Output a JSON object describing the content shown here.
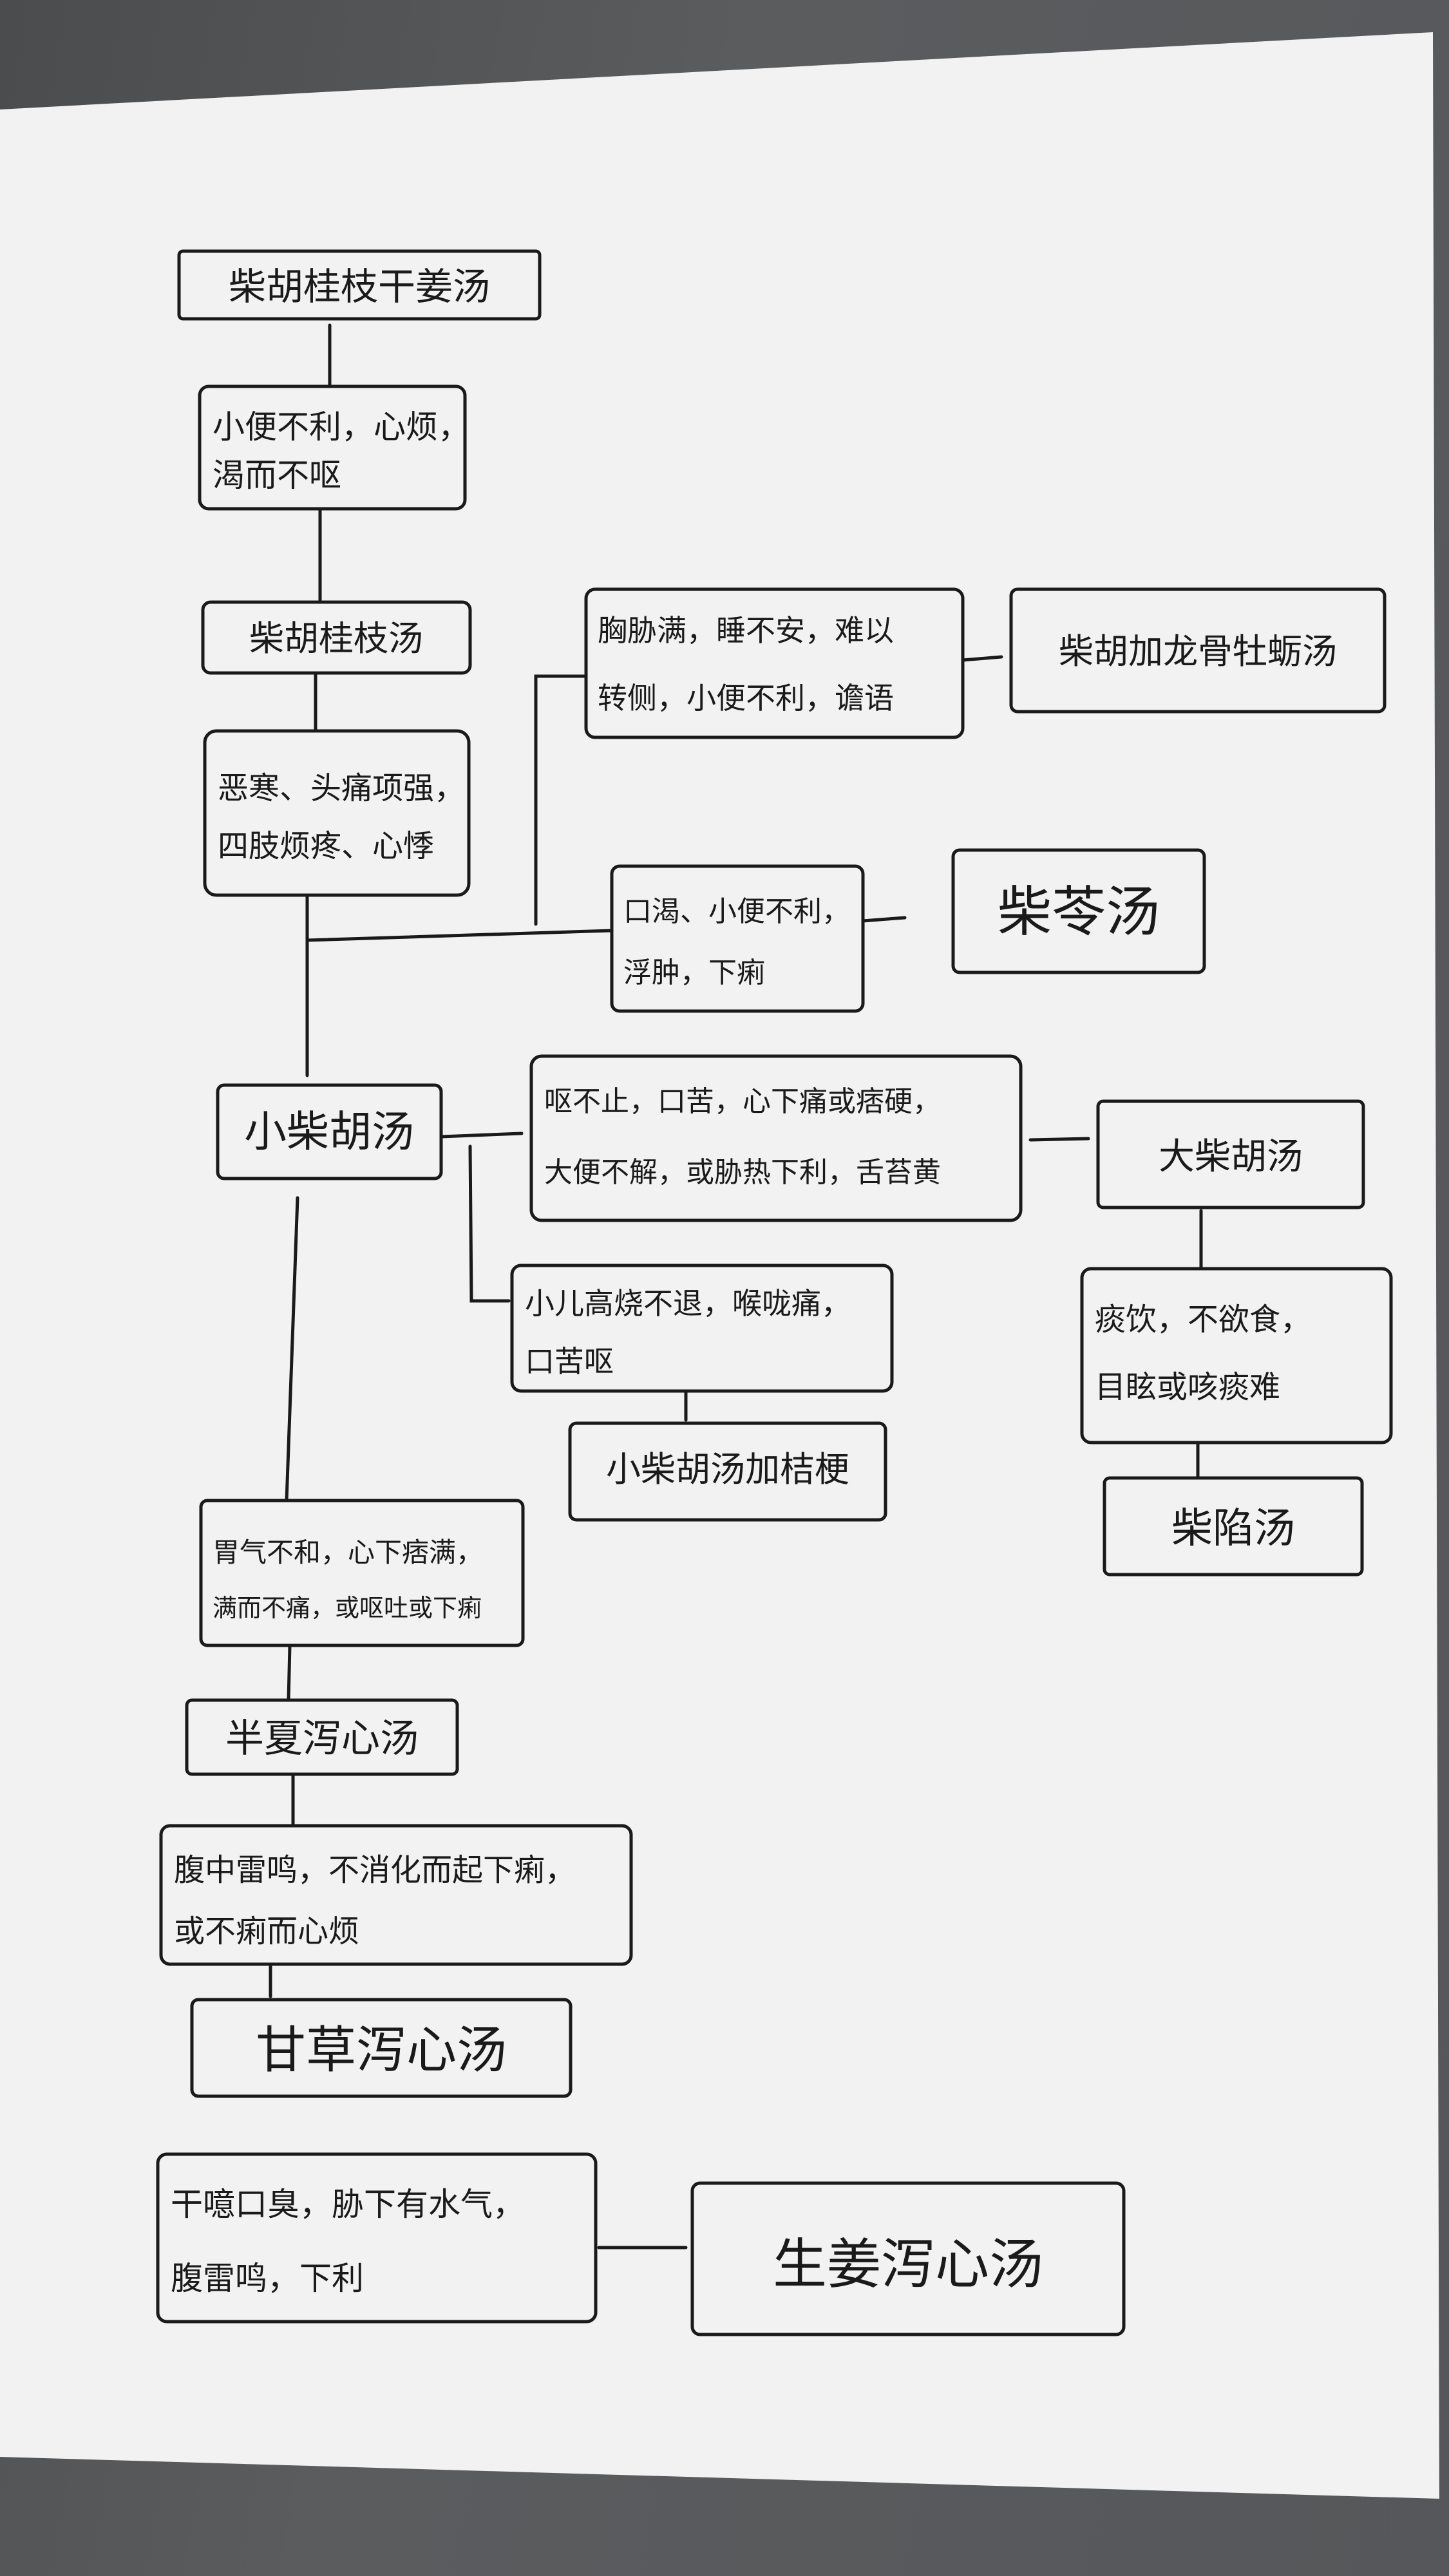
{
  "ink_color": "#1a1a1a",
  "paper_color": "#f2f2f2",
  "background_color": "#4e5052",
  "nodes": {
    "chaihu_guizhi_ganjiang": [
      "柴胡桂枝干姜汤"
    ],
    "sym1": [
      "小便不利，心烦，",
      "渴而不呕"
    ],
    "chaihu_guizhi": [
      "柴胡桂枝汤"
    ],
    "sym2": [
      "恶寒、头痛项强，",
      "四肢烦疼、心悸"
    ],
    "sym_longgu": [
      "胸胁满，睡不安，难以",
      "转侧，小便不利，谵语"
    ],
    "chaihu_longgu": [
      "柴胡加龙骨牡蛎汤"
    ],
    "sym_chailing": [
      "口渴、小便不利，",
      "浮肿，下痢"
    ],
    "chailing": [
      "柴苓汤"
    ],
    "xiaochaihu": [
      "小柴胡汤"
    ],
    "sym_dachaihu": [
      "呕不止，口苦，心下痛或痞硬，",
      "大便不解，或胁热下利，舌苔黄"
    ],
    "dachaihu": [
      "大柴胡汤"
    ],
    "sym_xianyin": [
      "痰饮，不欲食，",
      "目眩或咳痰难"
    ],
    "chaixian": [
      "柴陷汤"
    ],
    "sym_jiegeng": [
      "小儿高烧不退，喉咙痛，",
      "口苦呕"
    ],
    "xiaochaihu_jiegeng": [
      "小柴胡汤加桔梗"
    ],
    "sym_banxia": [
      "胃气不和，心下痞满，",
      "满而不痛，或呕吐或下痢"
    ],
    "banxia": [
      "半夏泻心汤"
    ],
    "sym_gancao": [
      "腹中雷鸣，不消化而起下痢，",
      "或不痢而心烦"
    ],
    "gancao": [
      "甘草泻心汤"
    ],
    "sym_shengjiang": [
      "干噫口臭，胁下有水气，",
      "腹雷鸣，下利"
    ],
    "shengjiang": [
      "生姜泻心汤"
    ]
  }
}
